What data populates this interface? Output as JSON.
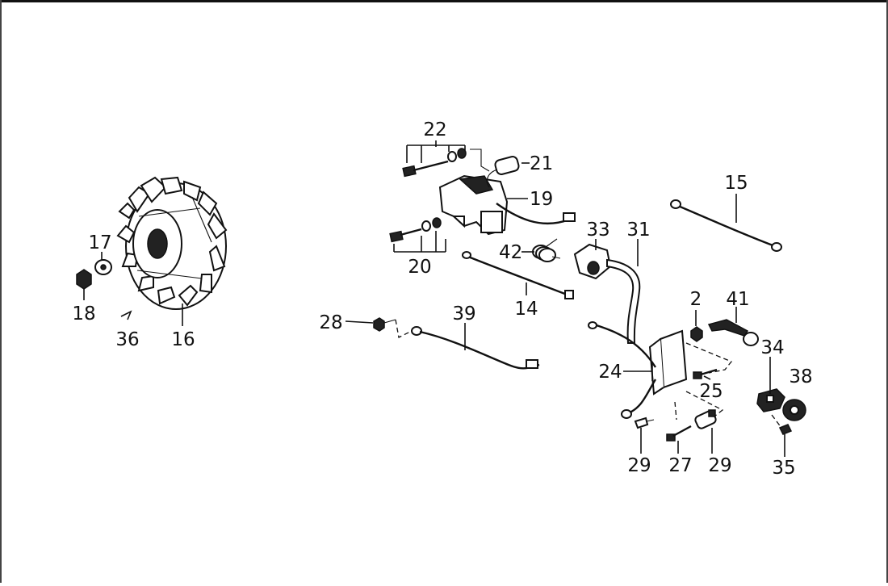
{
  "diagram": {
    "callouts": [
      {
        "id": "c2",
        "text": "2"
      },
      {
        "id": "c14",
        "text": "14"
      },
      {
        "id": "c15",
        "text": "15"
      },
      {
        "id": "c16",
        "text": "16"
      },
      {
        "id": "c17",
        "text": "17"
      },
      {
        "id": "c18",
        "text": "18"
      },
      {
        "id": "c19",
        "text": "19"
      },
      {
        "id": "c20",
        "text": "20"
      },
      {
        "id": "c21",
        "text": "21"
      },
      {
        "id": "c22",
        "text": "22"
      },
      {
        "id": "c24",
        "text": "24"
      },
      {
        "id": "c25",
        "text": "25"
      },
      {
        "id": "c27",
        "text": "27"
      },
      {
        "id": "c28",
        "text": "28"
      },
      {
        "id": "c29a",
        "text": "29"
      },
      {
        "id": "c29b",
        "text": "29"
      },
      {
        "id": "c31",
        "text": "31"
      },
      {
        "id": "c33",
        "text": "33"
      },
      {
        "id": "c34",
        "text": "34"
      },
      {
        "id": "c35",
        "text": "35"
      },
      {
        "id": "c36",
        "text": "36"
      },
      {
        "id": "c38",
        "text": "38"
      },
      {
        "id": "c39",
        "text": "39"
      },
      {
        "id": "c41",
        "text": "41"
      },
      {
        "id": "c42",
        "text": "42"
      }
    ]
  }
}
